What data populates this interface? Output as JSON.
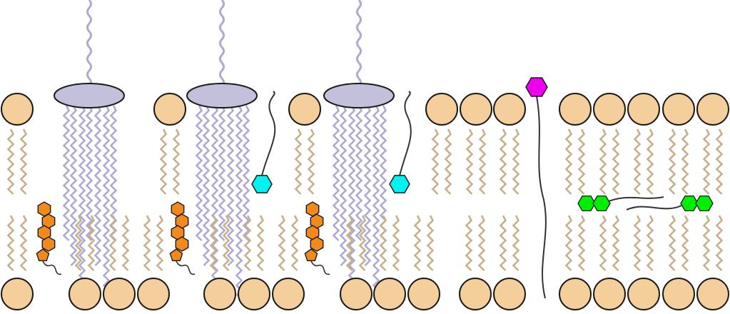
{
  "diagram": {
    "type": "lipid-bilayer-membrane-schematic",
    "colors": {
      "background": "#ffffff",
      "phospholipid_head": "#f5cf9b",
      "phospholipid_tail": "#c7b08a",
      "outline": "#1a1a1a",
      "gpi_protein_disc": "#c3c0dc",
      "gpi_chains": "#aeaad2",
      "cholesterol_rings": "#f2891d",
      "cyan_lipid_anchor": "#00f2f2",
      "magenta_transmembrane_anchor": "#ee00ee",
      "green_interleaflet_lipid": "#00ee00",
      "chain_line": "#333333"
    },
    "components": {
      "outer_leaflet_phospholipids": 11,
      "inner_leaflet_phospholipids": 15,
      "raft_protein_complexes": 3,
      "cholesterol_molecules": 3,
      "cyan_anchored_lipids": 2,
      "magenta_transmembrane_chain": 1,
      "green_interleaflet_lipids": 2
    }
  }
}
